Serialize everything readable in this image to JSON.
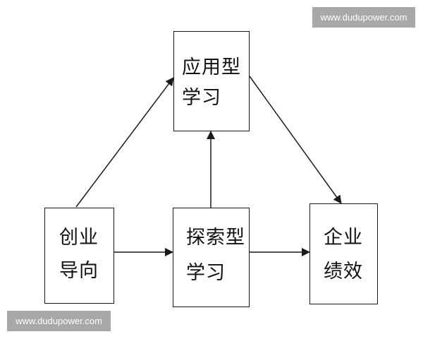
{
  "watermark": {
    "text": "www.dudupower.com"
  },
  "nodes": {
    "applied": {
      "line1": "应用型",
      "line2": "学习"
    },
    "entrepreneurial": {
      "line1": "创业",
      "line2": "导向"
    },
    "exploratory": {
      "line1": "探索型",
      "line2": "学习"
    },
    "performance": {
      "line1": "企业",
      "line2": "绩效"
    }
  },
  "colors": {
    "stroke": "#1a1a1a",
    "watermark_bg": "#a8a8a8",
    "watermark_text": "#ffffff"
  }
}
